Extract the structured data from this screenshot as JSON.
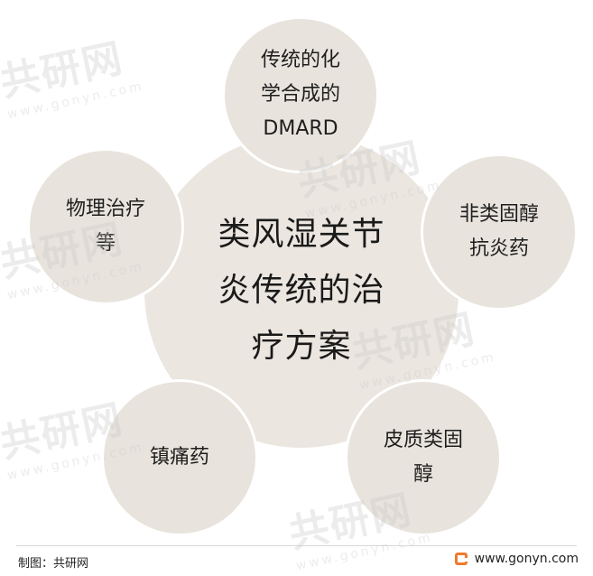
{
  "diagram": {
    "center": "类风湿关节\n炎传统的治\n疗方案",
    "nodes": {
      "top": "传统的化\n学合成的\nDMARD",
      "left": "物理治疗\n等",
      "right": "非类固醇\n抗炎药",
      "bottom_left": "镇痛药",
      "bottom_right": "皮质类固\n醇"
    }
  },
  "watermark": {
    "brand": "共研网",
    "url": "www.gonyn.com"
  },
  "footer": {
    "source": "制图：共研网",
    "website": "www.gonyn.com"
  },
  "colors": {
    "center_fill": "#ebe6df",
    "node_fill": "#e8e3dc",
    "logo_orange": "#f07b2c"
  }
}
